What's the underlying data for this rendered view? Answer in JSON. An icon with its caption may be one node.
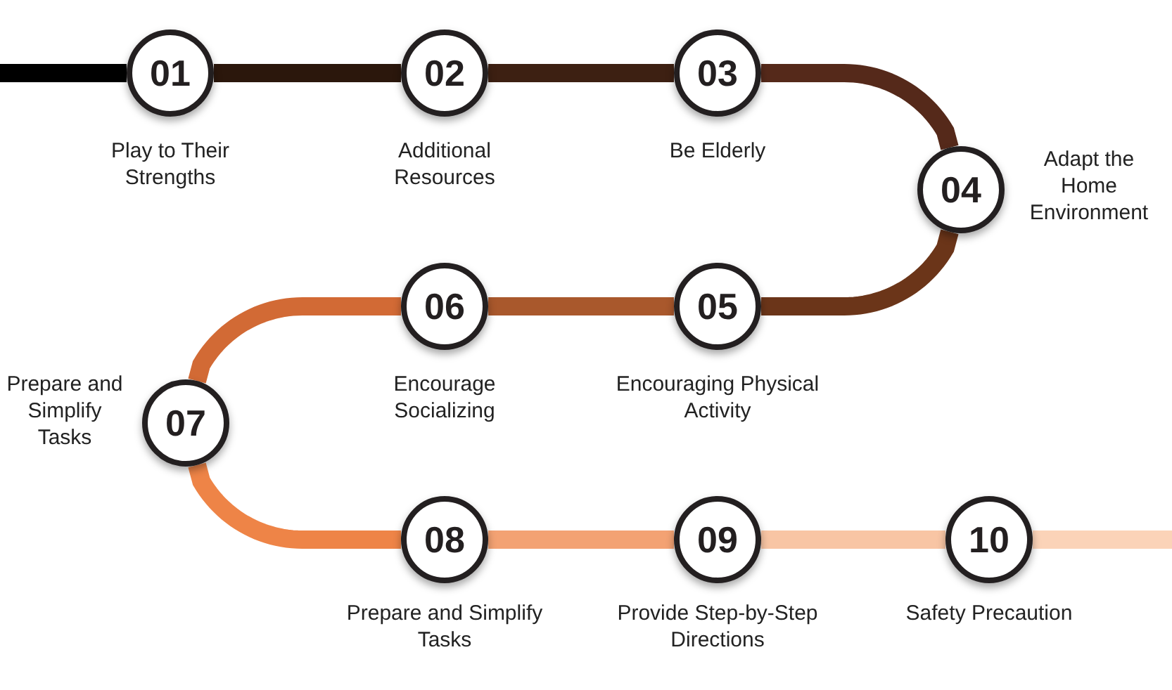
{
  "diagram": {
    "nodes": [
      {
        "text": [
          "01"
        ],
        "beside": [
          "Play to Their Strengths"
        ]
      },
      {
        "text": [
          "02"
        ],
        "beside": [
          "Additional Resources"
        ]
      },
      {
        "text": [
          "03"
        ],
        "beside": [
          "Be Elderly"
        ]
      },
      {
        "text": [
          "04"
        ],
        "beside": [
          "Adapt the Home Environment"
        ]
      },
      {
        "text": [
          "05"
        ],
        "beside": [
          "Encouraging Physical Activity"
        ]
      },
      {
        "text": [
          "06"
        ],
        "beside": [
          "Encourage Socializing"
        ]
      },
      {
        "text": [
          "07"
        ],
        "beside": [
          "Prepare and Simplify Tasks"
        ]
      },
      {
        "text": [
          "08"
        ],
        "beside": [
          "Prepare and Simplify Tasks"
        ]
      },
      {
        "text": [
          "09"
        ],
        "beside": [
          "Provide Step-by-Step Directions"
        ]
      },
      {
        "text": [
          "10"
        ],
        "beside": [
          "Safety Precaution"
        ]
      }
    ],
    "edges": [
      {
        "from": null,
        "to": 0,
        "arrow": "none",
        "color": "#000000"
      },
      {
        "from": 0,
        "to": 1,
        "arrow": "none",
        "color": "#2b170c"
      },
      {
        "from": 1,
        "to": 2,
        "arrow": "none",
        "color": "#3d2012"
      },
      {
        "from": 2,
        "to": 3,
        "arrow": "none",
        "color": "#55291a"
      },
      {
        "from": 3,
        "to": 4,
        "arrow": "none",
        "color": "#6b3519"
      },
      {
        "from": 4,
        "to": 5,
        "arrow": "none",
        "color": "#a9582c"
      },
      {
        "from": 5,
        "to": 6,
        "arrow": "none",
        "color": "#d26a35"
      },
      {
        "from": 6,
        "to": 7,
        "arrow": "none",
        "color": "#ee8447"
      },
      {
        "from": 7,
        "to": 8,
        "arrow": "none",
        "color": "#f3a273"
      },
      {
        "from": 8,
        "to": 9,
        "arrow": "none",
        "color": "#f8c5a4"
      },
      {
        "from": 9,
        "to": null,
        "arrow": "none",
        "color": "#fbd3b8"
      }
    ]
  }
}
